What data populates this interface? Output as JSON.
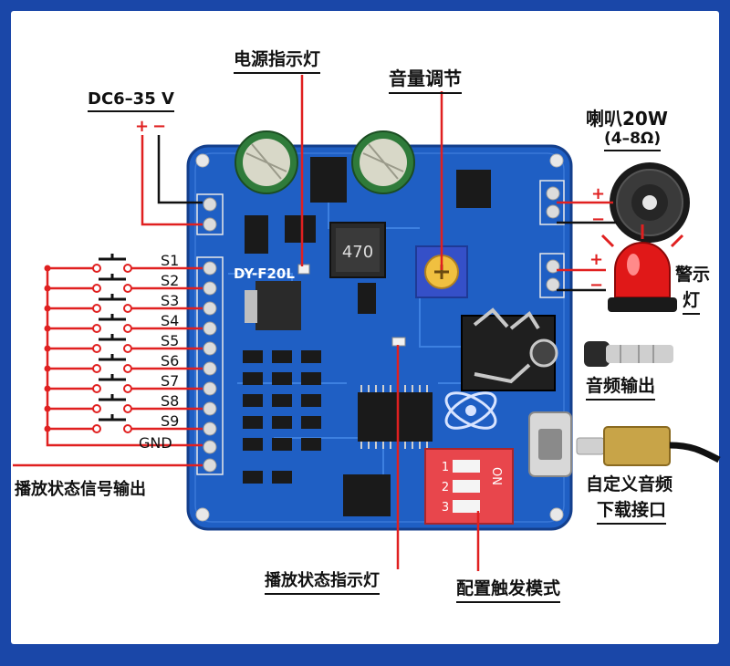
{
  "labels": {
    "power_indicator": "电源指示灯",
    "volume": "音量调节",
    "dc_input": "DC6–35 V",
    "plus": "+",
    "minus": "−",
    "speaker_line1": "喇叭20W",
    "speaker_line2": "(4–8Ω)",
    "alarm_line1": "警示",
    "alarm_line2": "灯",
    "audio_out": "音频输出",
    "custom_line1": "自定义音频",
    "custom_line2": "下载接口",
    "play_status_out": "播放状态信号输出",
    "play_status_led": "播放状态指示灯",
    "trigger_mode": "配置触发模式",
    "gnd": "GND"
  },
  "switches": [
    "S1",
    "S2",
    "S3",
    "S4",
    "S5",
    "S6",
    "S7",
    "S8",
    "S9"
  ],
  "board": {
    "model": "DY-F20L",
    "inductor": "470",
    "dip_on": "ON",
    "dip_numbers": [
      "1",
      "2",
      "3"
    ]
  },
  "colors": {
    "frame": "#1a47a8",
    "pcb": "#1f5fc4",
    "wire_red": "#e02020",
    "wire_black": "#111111"
  }
}
